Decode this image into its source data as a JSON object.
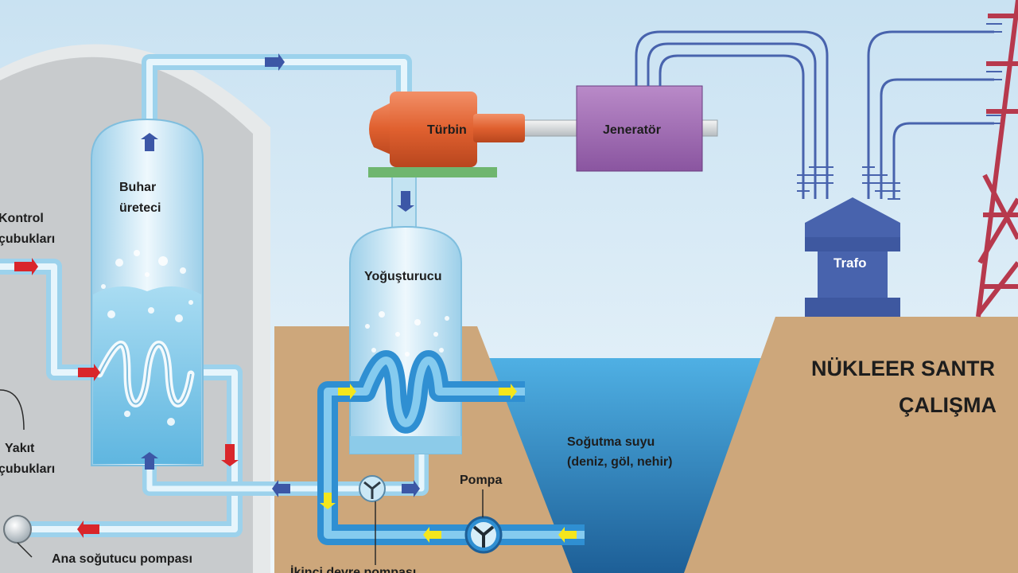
{
  "labels": {
    "control_rods_1": "Kontrol",
    "control_rods_2": "çubukları",
    "fuel_rods_1": "Yakıt",
    "fuel_rods_2": "çubukları",
    "main_pump": "Ana soğutucu pompası",
    "steam_generator_1": "Buhar",
    "steam_generator_2": "üreteci",
    "turbine": "Türbin",
    "generator": "Jeneratör",
    "condenser": "Yoğuşturucu",
    "cooling_water_1": "Soğutma suyu",
    "cooling_water_2": "(deniz, göl, nehir)",
    "pump": "Pompa",
    "secondary_pump": "İkinci devre pompası",
    "transformer": "Trafo"
  },
  "title": {
    "line1": "NÜKLEER SANTR",
    "line2": "ÇALIŞMA"
  },
  "colors": {
    "sky": "#dcecf6",
    "containment": "#c5c8ca",
    "primary_arrow": "#d9262b",
    "secondary_arrow": "#3c57a6",
    "cooling_arrow": "#f5e61c",
    "turbine": "#e8703f",
    "generator": "#a46fb4",
    "transformer": "#4863ad",
    "pylon": "#b7394d",
    "water": "#58b2e3",
    "ground": "#cfa87c"
  }
}
